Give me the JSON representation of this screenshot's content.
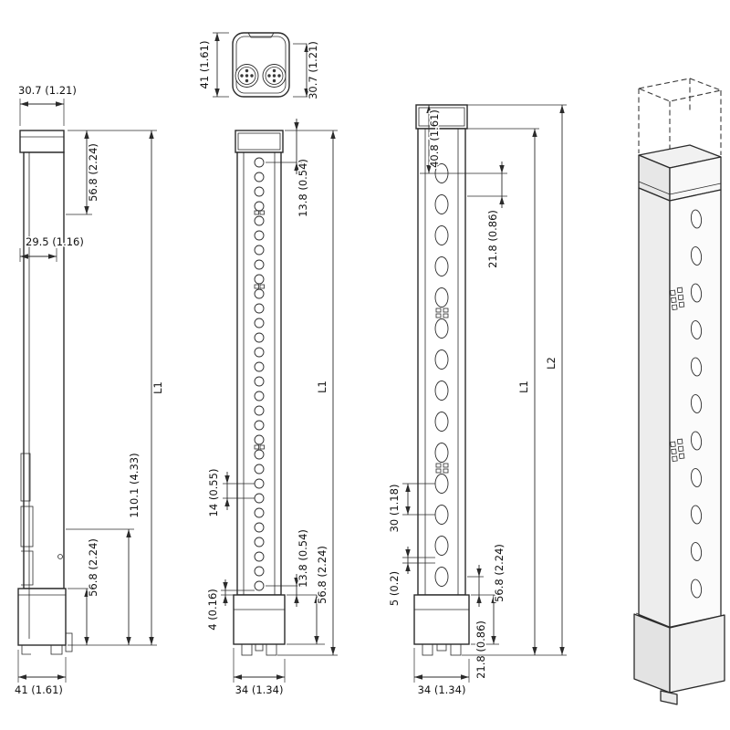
{
  "meta": {
    "background": "#ffffff",
    "line_color": "#2b2b2b"
  },
  "drawing": {
    "side": {
      "top_width": "30.7 (1.21)",
      "top_cap": "56.8 (2.24)",
      "offset": "29.5 (1.16)",
      "length": "L1",
      "lower_section": "110.1 (4.33)",
      "bottom_cap": "56.8 (2.24)",
      "base_width": "41 (1.61)"
    },
    "top": {
      "depth": "41 (1.61)",
      "width": "30.7 (1.21)"
    },
    "front1": {
      "first_beam": "13.8 (0.54)",
      "pitch": "14 (0.55)",
      "last_beam": "13.8 (0.54)",
      "bottom_cap": "56.8 (2.24)",
      "edge_gap": "4 (0.16)",
      "width": "34 (1.34)",
      "length": "L1"
    },
    "front2": {
      "first_beam": "40.8 (1.61)",
      "top_offset": "21.8 (0.86)",
      "pitch": "30 (1.18)",
      "gap": "5 (0.2)",
      "bottom_cap": "56.8 (2.24)",
      "bottom_offset": "21.8 (0.86)",
      "width": "34 (1.34)",
      "l1": "L1",
      "l2": "L2"
    }
  }
}
